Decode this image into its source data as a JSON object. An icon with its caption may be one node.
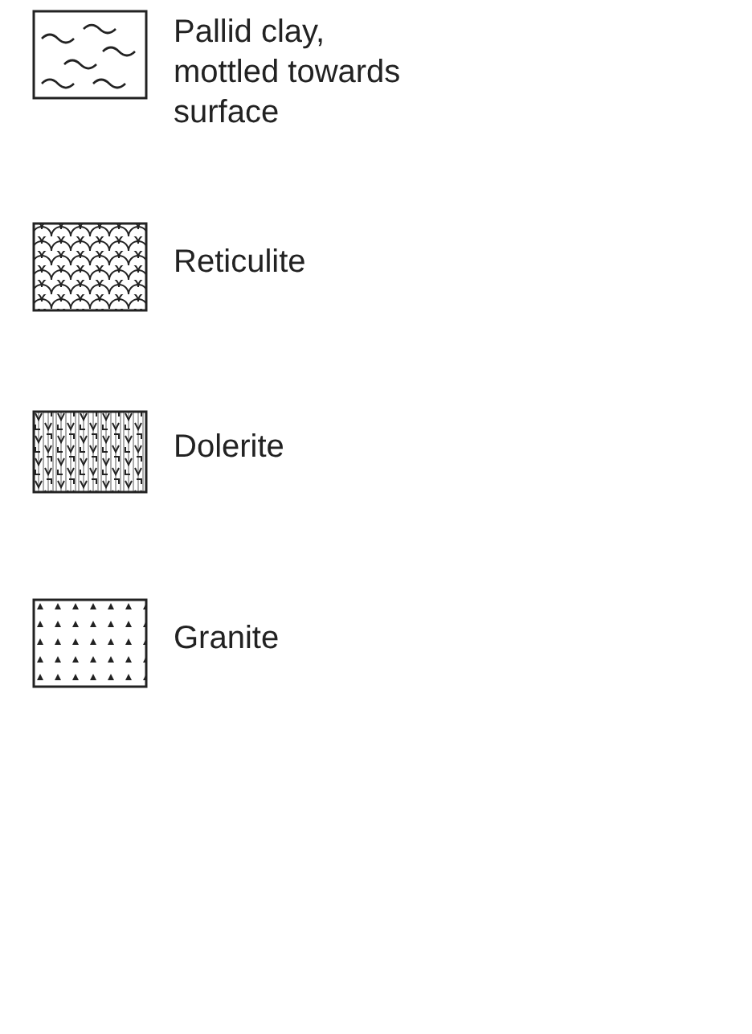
{
  "diagram": {
    "legend": [
      {
        "text": "Pallid clay, mottled towards surface"
      },
      {
        "text": "Reticulite"
      },
      {
        "text": "Dolerite"
      },
      {
        "text": "Granite"
      }
    ]
  }
}
